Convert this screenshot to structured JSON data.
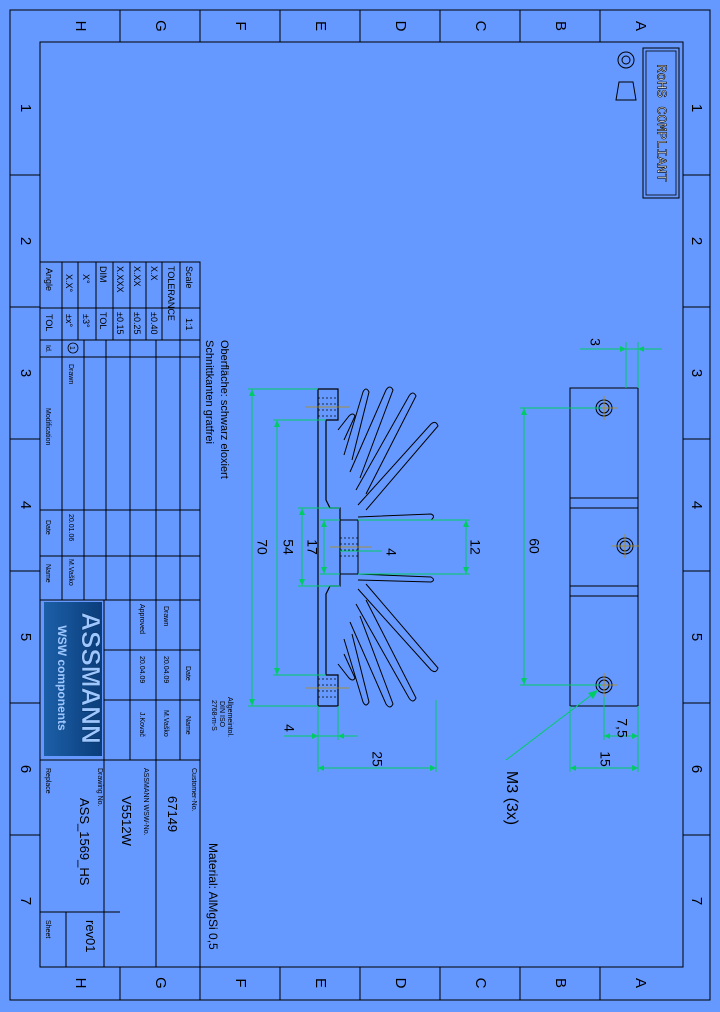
{
  "frame": {
    "zone_letters": [
      "H",
      "G",
      "F",
      "E",
      "D",
      "C",
      "B",
      "A"
    ],
    "zone_numbers": [
      "1",
      "2",
      "3",
      "4",
      "5",
      "6",
      "7"
    ]
  },
  "rohs_label": "RoHS COMPLIANT",
  "notes": {
    "surface": "Oberfläche: schwarz eloxiert",
    "edges": "Schnittkanten gratfrei",
    "general_1": "Allgemeintol.",
    "general_2": "DIN ISO",
    "general_3": "2768-m-S",
    "material": "Material: AlMgSi 0,5"
  },
  "dimensions": {
    "d3": "3",
    "d60": "60",
    "d7_5": "7,5",
    "d15": "15",
    "thread": "M3 (3x)",
    "d70": "70",
    "d54": "54",
    "d17": "17",
    "d4a": "4",
    "d12": "12",
    "d4b": "4",
    "d25": "25"
  },
  "tolerance_table": {
    "scale_label": "Scale",
    "scale_value": "1:1",
    "tolerance_label": "TOLERANCE",
    "rows": [
      [
        "X.X",
        "±0.40"
      ],
      [
        "X.XX",
        "±0.25"
      ],
      [
        "X.XXX",
        "±0.15"
      ],
      [
        "DIM",
        "TOL"
      ],
      [
        "X°",
        "±3°"
      ],
      [
        "X.X°",
        "±x°"
      ],
      [
        "Angle",
        "TOL"
      ]
    ]
  },
  "revision_table": {
    "id_label": "Id.",
    "modification_label": "Modification",
    "date_label": "Date",
    "name_label": "Name",
    "entry_id": "1",
    "entry_mod": "Drawn",
    "entry_date": "20.01.06",
    "entry_name": "M.Vaško"
  },
  "title_block": {
    "drawn_label": "Drawn",
    "approved_label": "Approved",
    "date_label": "Date",
    "name_label": "Name",
    "drawn_date": "20.04.09",
    "drawn_name": "M.Vaško",
    "approved_date": "20.04.09",
    "approved_name": "J.Kovač",
    "customer_label": "Customer-No.",
    "customer_no": "67149",
    "assmann_no_label": "ASSMANN WSW-No.",
    "assmann_no": "V5512W",
    "drawing_label": "Drawing No.",
    "drawing_no": "ASS_1569_HS",
    "replace_label": "Replace",
    "rev": "rev01",
    "sheet_label": "Sheet"
  },
  "logo": {
    "brand": "ASSMANN",
    "sub": "WSW components"
  }
}
